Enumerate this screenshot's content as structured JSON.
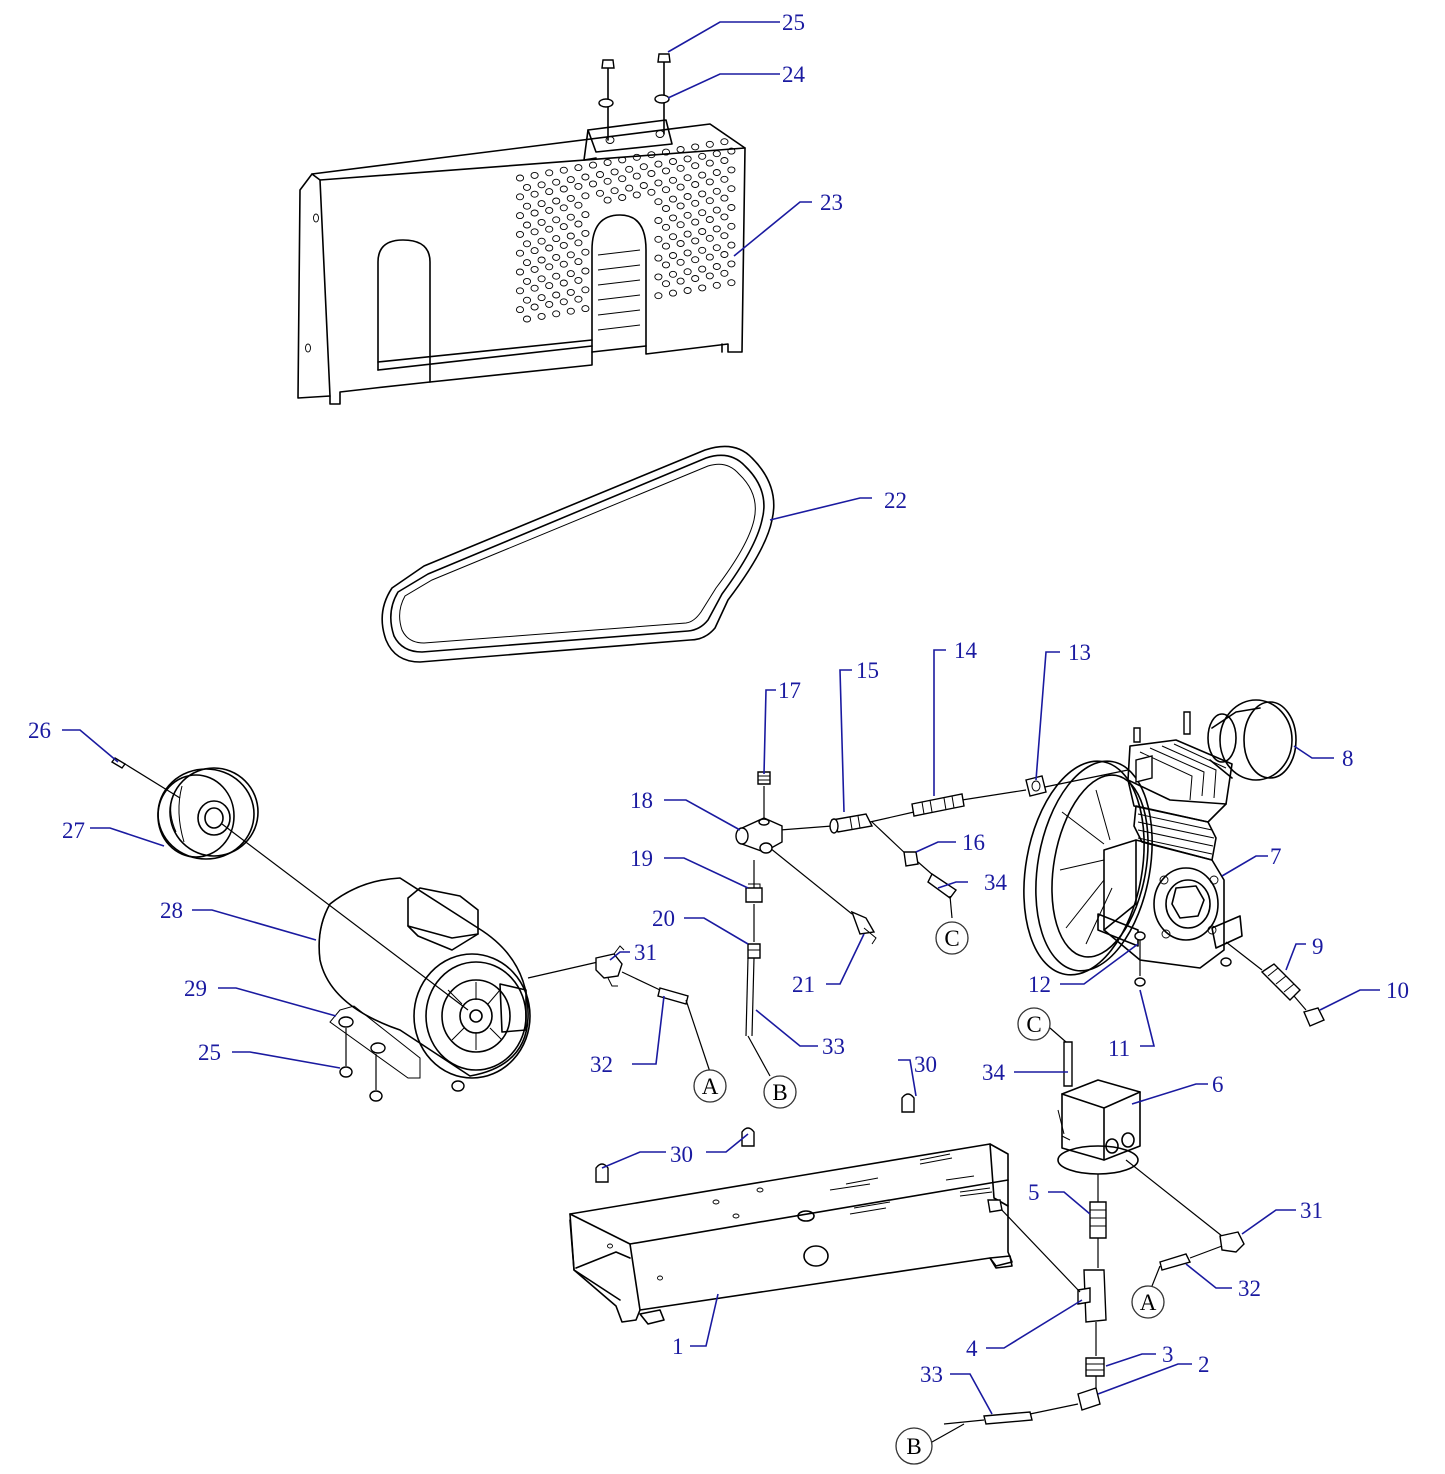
{
  "labels": [
    {
      "id": "l25a",
      "text": "25"
    },
    {
      "id": "l24",
      "text": "24"
    },
    {
      "id": "l23",
      "text": "23"
    },
    {
      "id": "l22",
      "text": "22"
    },
    {
      "id": "l26",
      "text": "26"
    },
    {
      "id": "l27",
      "text": "27"
    },
    {
      "id": "l28",
      "text": "28"
    },
    {
      "id": "l29",
      "text": "29"
    },
    {
      "id": "l25b",
      "text": "25"
    },
    {
      "id": "l17",
      "text": "17"
    },
    {
      "id": "l15",
      "text": "15"
    },
    {
      "id": "l14",
      "text": "14"
    },
    {
      "id": "l13",
      "text": "13"
    },
    {
      "id": "l8",
      "text": "8"
    },
    {
      "id": "l18",
      "text": "18"
    },
    {
      "id": "l19",
      "text": "19"
    },
    {
      "id": "l16",
      "text": "16"
    },
    {
      "id": "l34a",
      "text": "34"
    },
    {
      "id": "l7",
      "text": "7"
    },
    {
      "id": "l20",
      "text": "20"
    },
    {
      "id": "l21",
      "text": "21"
    },
    {
      "id": "l31a",
      "text": "31"
    },
    {
      "id": "l12",
      "text": "12"
    },
    {
      "id": "l9",
      "text": "9"
    },
    {
      "id": "l10",
      "text": "10"
    },
    {
      "id": "l32a",
      "text": "32"
    },
    {
      "id": "l33a",
      "text": "33"
    },
    {
      "id": "l11",
      "text": "11"
    },
    {
      "id": "l34b",
      "text": "34"
    },
    {
      "id": "l30a",
      "text": "30"
    },
    {
      "id": "l30b",
      "text": "30"
    },
    {
      "id": "l6",
      "text": "6"
    },
    {
      "id": "l5",
      "text": "5"
    },
    {
      "id": "l31b",
      "text": "31"
    },
    {
      "id": "l32b",
      "text": "32"
    },
    {
      "id": "l4",
      "text": "4"
    },
    {
      "id": "l3",
      "text": "3"
    },
    {
      "id": "l1",
      "text": "1"
    },
    {
      "id": "l2",
      "text": "2"
    },
    {
      "id": "l33b",
      "text": "33"
    }
  ],
  "references": [
    {
      "id": "rA1",
      "letter": "A"
    },
    {
      "id": "rB1",
      "letter": "B"
    },
    {
      "id": "rC1",
      "letter": "C"
    },
    {
      "id": "rC2",
      "letter": "C"
    },
    {
      "id": "rA2",
      "letter": "A"
    },
    {
      "id": "rB2",
      "letter": "B"
    }
  ],
  "colors": {
    "callout": "#1a1aa0",
    "drawing": "#000000"
  }
}
